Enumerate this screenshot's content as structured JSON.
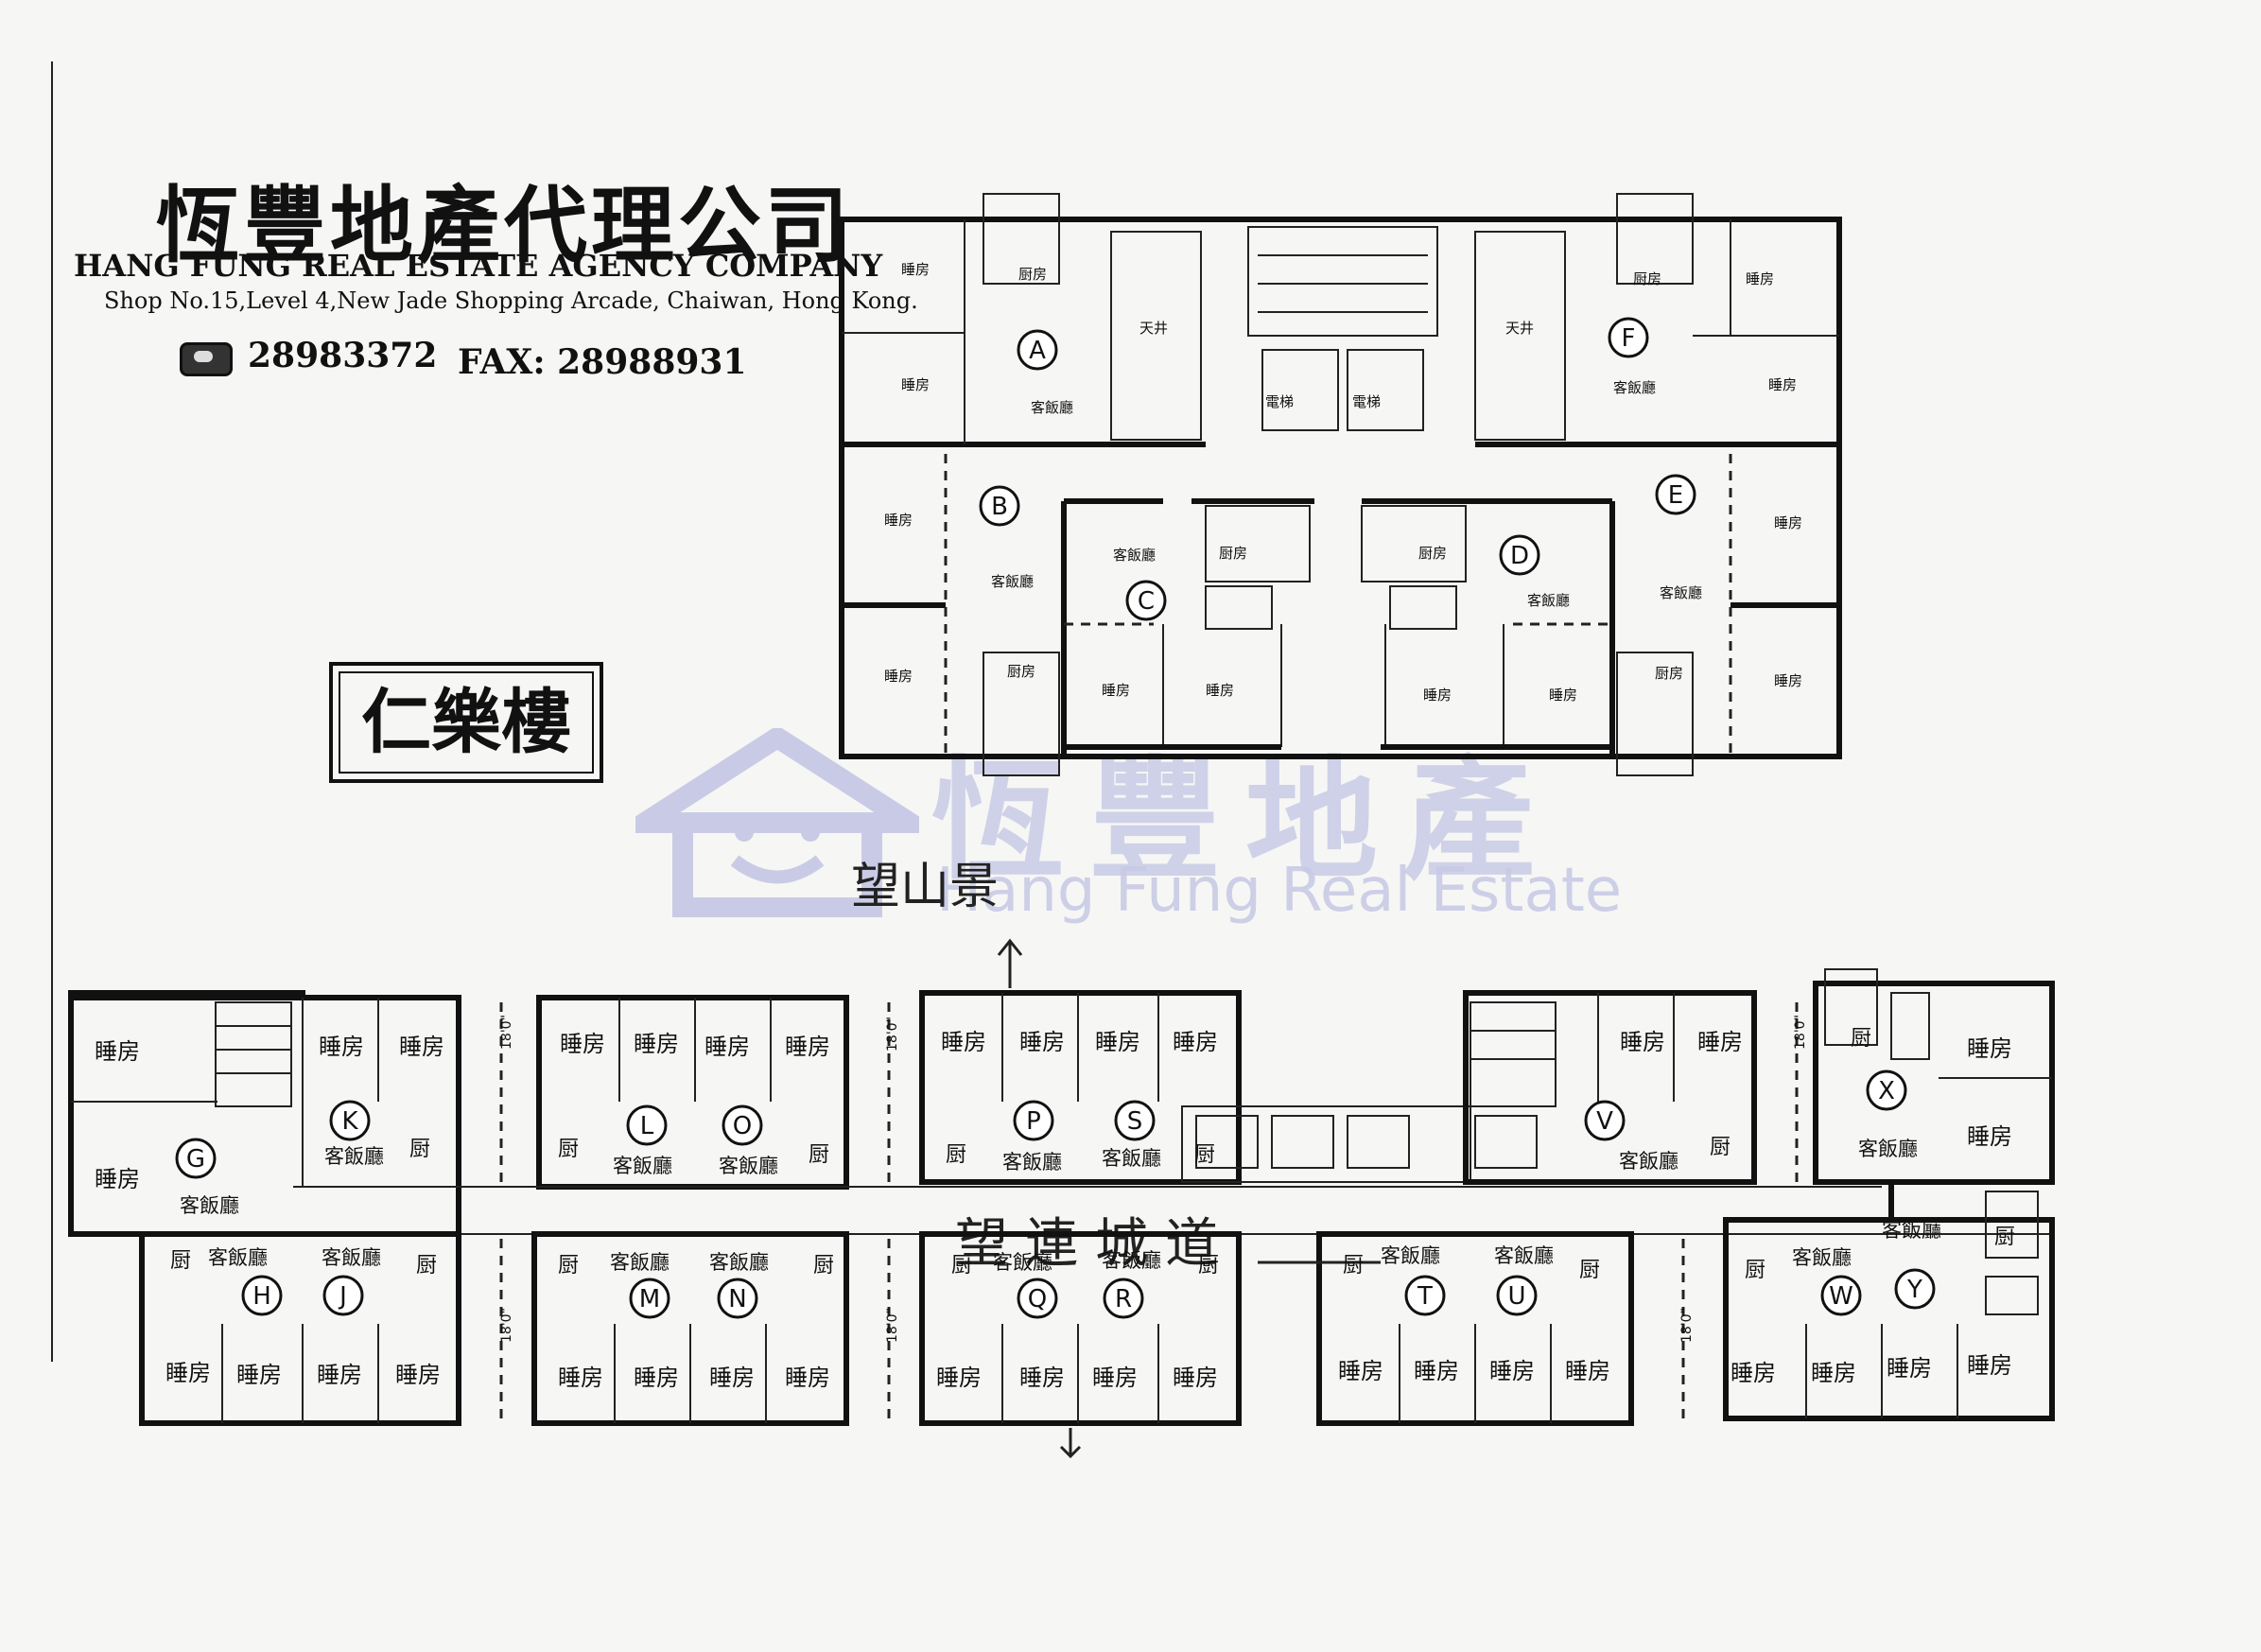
{
  "company": {
    "name_cn": "恆豐地產代理公司",
    "name_en": "HANG FUNG REAL ESTATE AGENCY COMPANY",
    "address": "Shop No.15,Level 4,New Jade Shopping Arcade, Chaiwan, Hong Kong.",
    "tel": "28983372",
    "fax": "FAX: 28988931",
    "phone_icon": "telephone-icon"
  },
  "building": {
    "name": "仁樂樓"
  },
  "watermark": {
    "cn": "恆豐地產",
    "en": "Hang Fung Real Estate",
    "icon": "house-smile-icon"
  },
  "annotations": {
    "view_top": "望山景",
    "view_bottom": "望連城道"
  },
  "room_labels": {
    "bedroom": "睡房",
    "living": "客飯廳",
    "kitchen": "厨",
    "kitchen_room": "厨房",
    "lift": "電梯",
    "lightwell": "天井",
    "up": "上",
    "down": "落"
  },
  "dimension_label": "18'0\"",
  "upper_units": [
    "A",
    "B",
    "C",
    "D",
    "E",
    "F"
  ],
  "lower_units_top": [
    "G",
    "K",
    "L",
    "O",
    "P",
    "S",
    "V",
    "X"
  ],
  "lower_units_bottom": [
    "H",
    "J",
    "M",
    "N",
    "Q",
    "R",
    "T",
    "U",
    "W",
    "Y"
  ],
  "colors": {
    "ink": "#111111",
    "paper": "#f6f6f4",
    "watermark": "#c9cbe6"
  }
}
